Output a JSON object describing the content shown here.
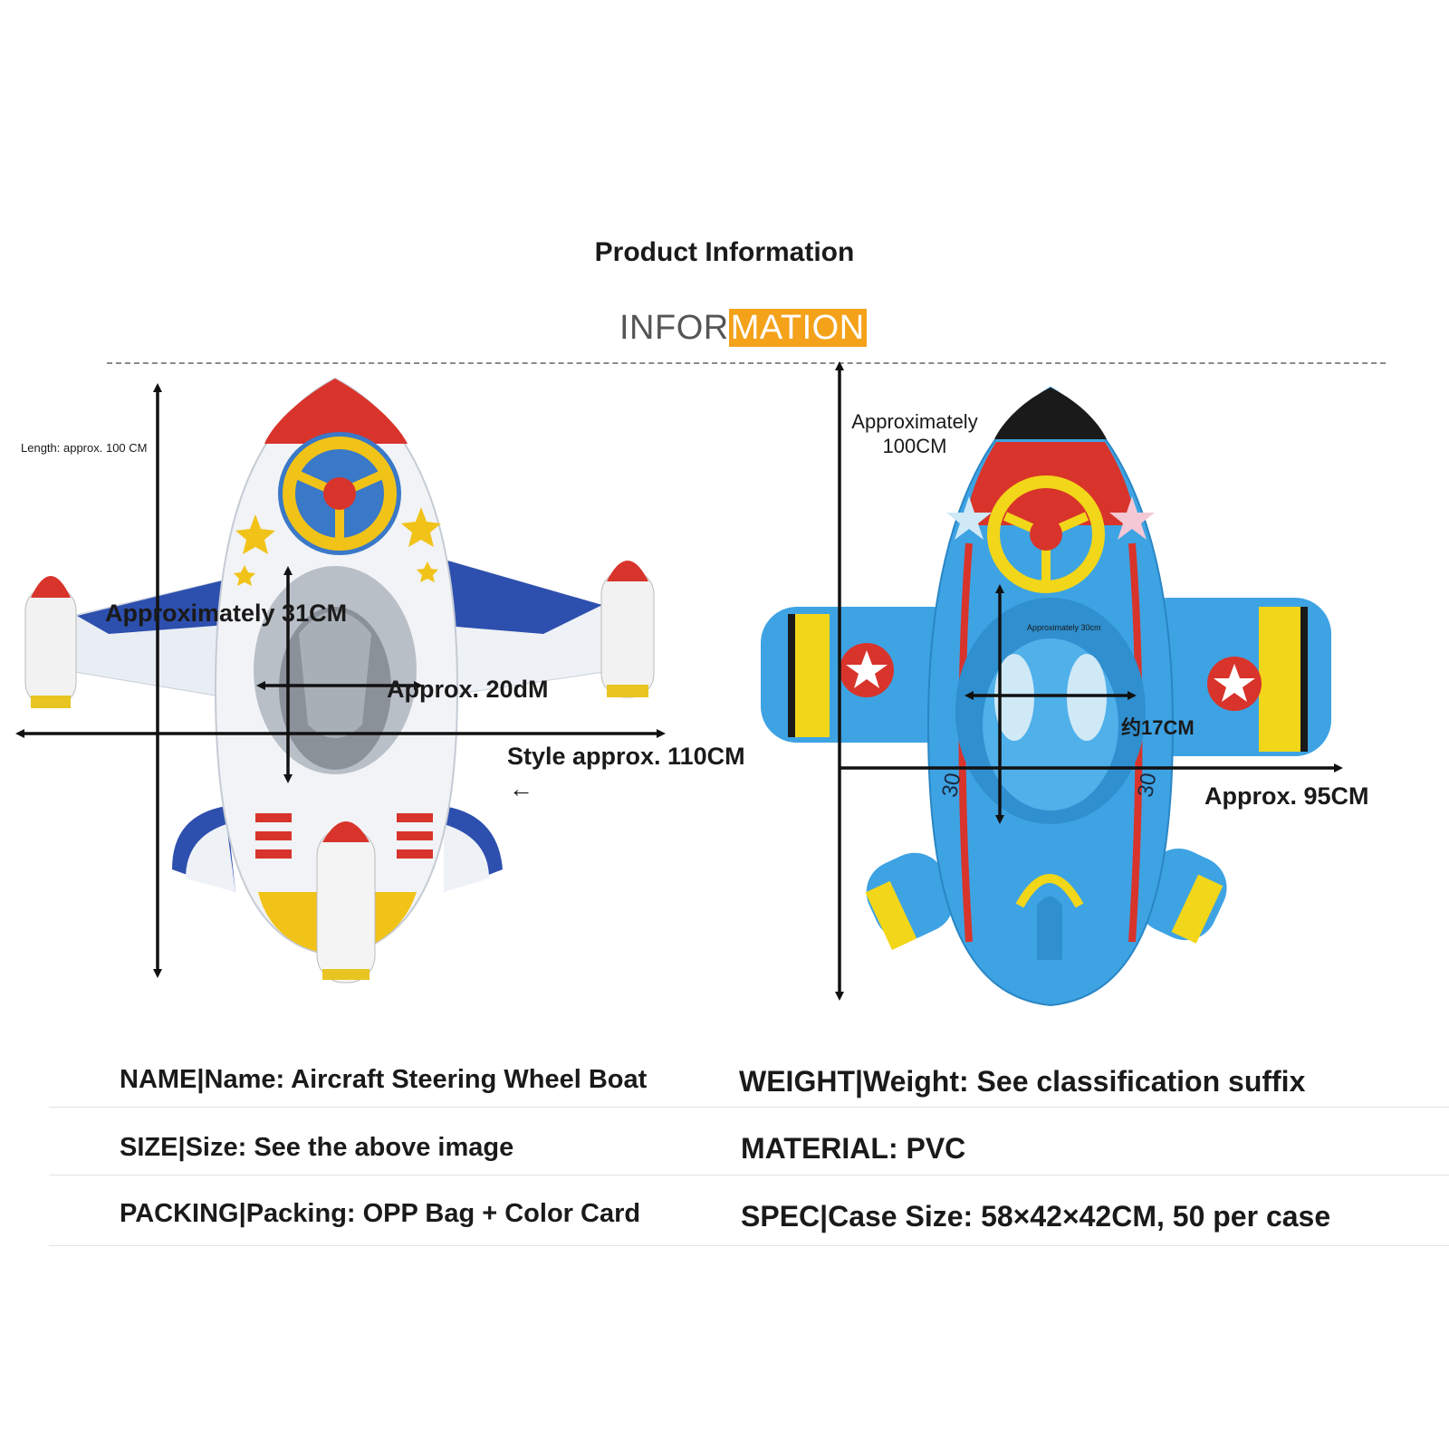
{
  "header": {
    "title": "Product Information",
    "subtitle_part1": "INFOR",
    "subtitle_part2": "MATION",
    "accent_color": "#f4a21a"
  },
  "left_product": {
    "length_label": "Length: approx. 100 CM",
    "seat_height_label": "Approximately 31CM",
    "seat_width_label": "Approx. 20dM",
    "width_label": "Style approx. 110CM",
    "arrow_glyph": "←",
    "color": "white"
  },
  "right_product": {
    "length_label": "Approximately 100CM",
    "seat_height_label": "Approximately 30cm",
    "seat_width_label": "约17CM",
    "width_label": "Approx. 95CM",
    "number_mark_left": "30",
    "number_mark_right": "30",
    "color": "blue"
  },
  "specs": {
    "name": "NAME|Name: Aircraft Steering Wheel Boat",
    "weight": "WEIGHT|Weight: See classification suffix",
    "size": "SIZE|Size: See the above image",
    "material": "MATERIAL: PVC",
    "packing": "PACKING|Packing: OPP Bag + Color Card",
    "spec": "SPEC|Case Size: 58×42×42CM, 50 per case"
  }
}
